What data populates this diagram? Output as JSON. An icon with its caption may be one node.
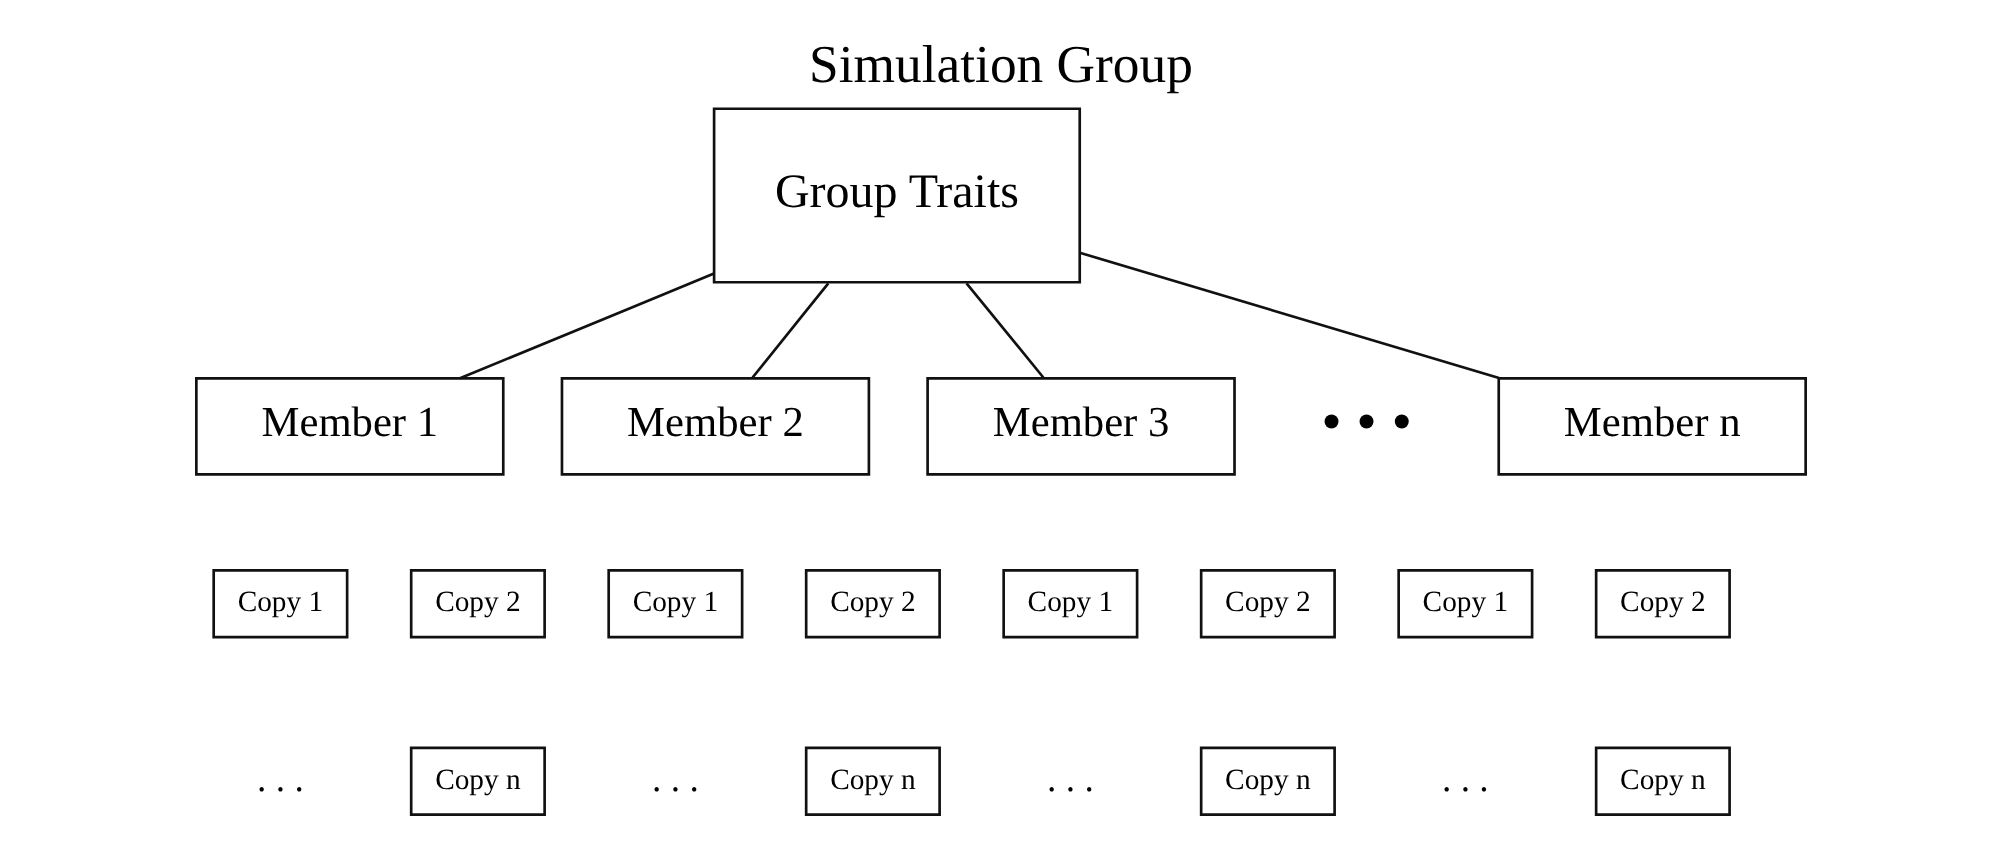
{
  "diagram": {
    "title": "Simulation Group",
    "nodes": [
      {
        "text": [
          "Group Traits"
        ]
      },
      {
        "text": [
          "Member 1"
        ]
      },
      {
        "text": [
          "Member 2"
        ]
      },
      {
        "text": [
          "Member 3"
        ]
      },
      {
        "text": [
          "Member n"
        ]
      },
      {
        "text": [
          "Copy 1"
        ]
      },
      {
        "text": [
          "Copy 2"
        ]
      },
      {
        "text": [
          "Copy 1"
        ]
      },
      {
        "text": [
          "Copy 2"
        ]
      },
      {
        "text": [
          "Copy 1"
        ]
      },
      {
        "text": [
          "Copy 2"
        ]
      },
      {
        "text": [
          "Copy 1"
        ]
      },
      {
        "text": [
          "Copy 2"
        ]
      },
      {
        "text": [
          "Copy n"
        ]
      },
      {
        "text": [
          "Copy n"
        ]
      },
      {
        "text": [
          "Copy n"
        ]
      },
      {
        "text": [
          "Copy n"
        ]
      }
    ],
    "edges": [
      {
        "from": 0,
        "to": 1,
        "arrow": "none"
      },
      {
        "from": 0,
        "to": 2,
        "arrow": "none"
      },
      {
        "from": 0,
        "to": 3,
        "arrow": "none"
      },
      {
        "from": 0,
        "to": 4,
        "arrow": "none"
      }
    ],
    "labels": [
      "• • •",
      ". . .",
      ". . .",
      ". . .",
      ". . ."
    ]
  }
}
